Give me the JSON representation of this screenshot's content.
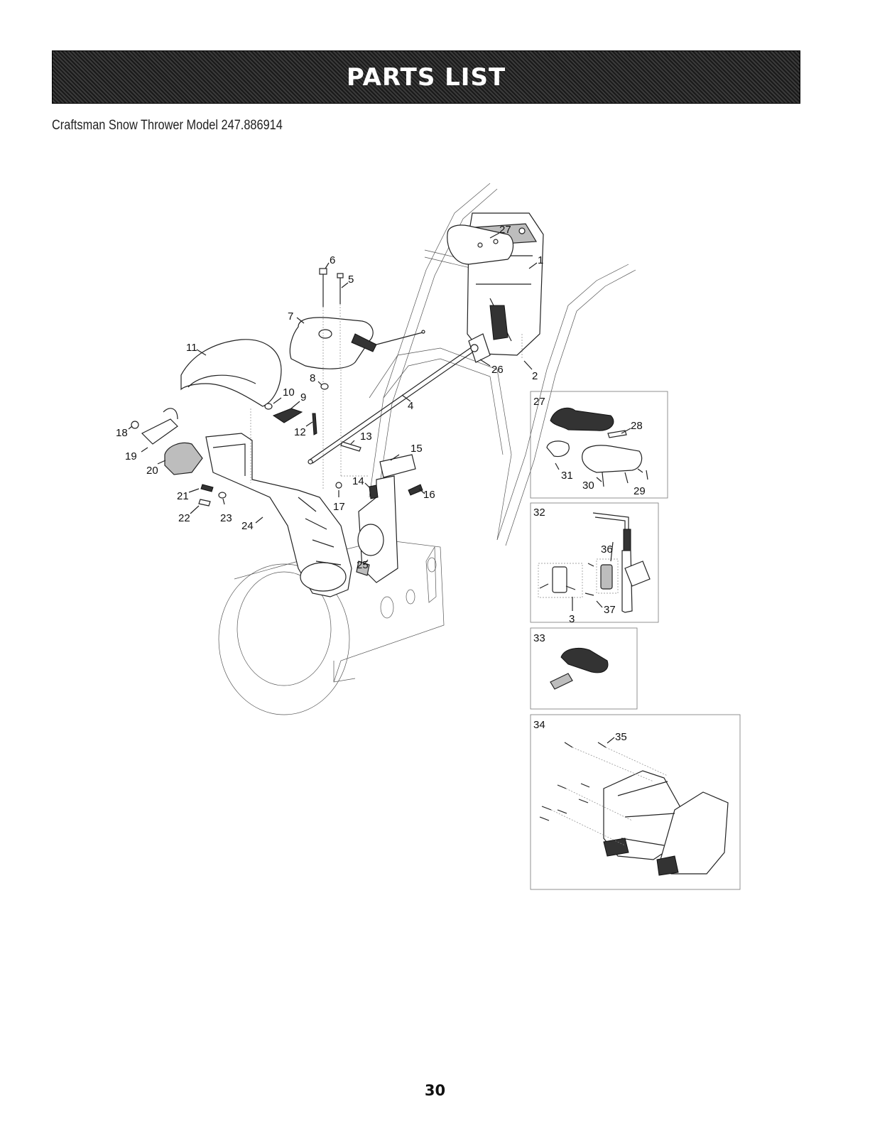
{
  "header": {
    "title": "PARTS LIST"
  },
  "subtitle": "Craftsman Snow Thrower Model 247.886914",
  "page_number": "30",
  "callouts": [
    "1",
    "2",
    "3",
    "4",
    "5",
    "6",
    "7",
    "8",
    "9",
    "10",
    "11",
    "12",
    "13",
    "14",
    "15",
    "16",
    "17",
    "18",
    "19",
    "20",
    "21",
    "22",
    "23",
    "24",
    "25",
    "26",
    "27",
    "28",
    "29",
    "30",
    "31",
    "32",
    "33",
    "34",
    "35",
    "36",
    "37"
  ]
}
